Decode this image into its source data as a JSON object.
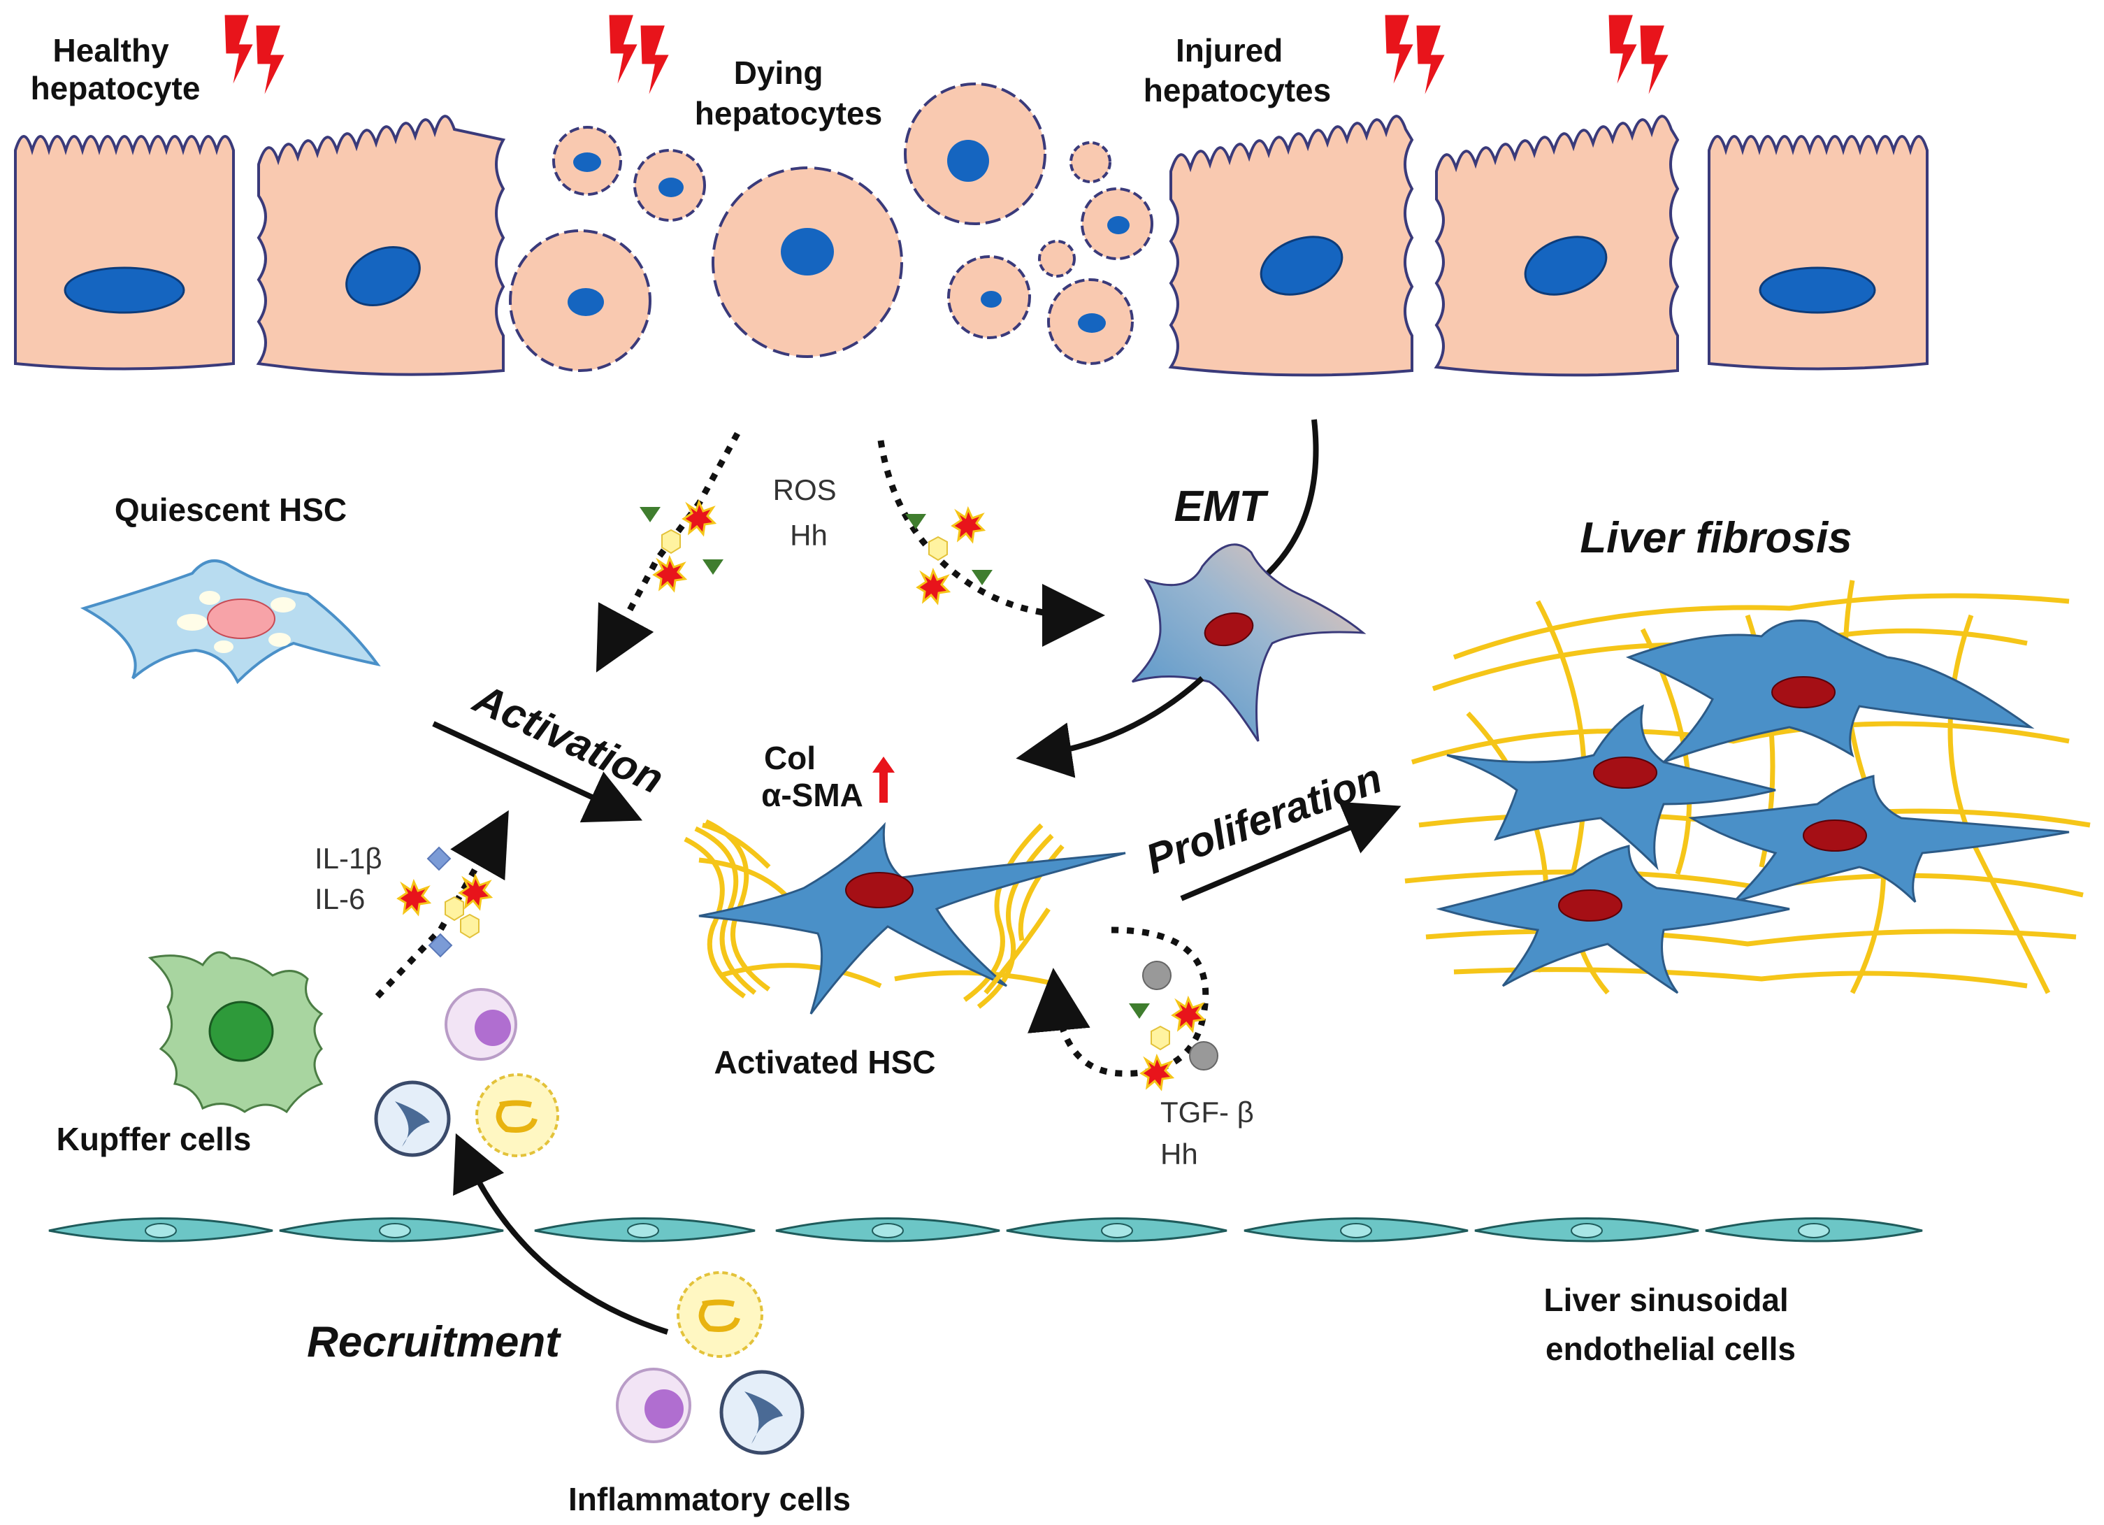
{
  "labels": {
    "healthy_hepatocyte": [
      "Healthy",
      "hepatocyte"
    ],
    "dying_hepatocytes": [
      "Dying",
      "hepatocytes"
    ],
    "injured_hepatocytes": [
      "Injured",
      "hepatocytes"
    ],
    "quiescent_hsc": "Quiescent HSC",
    "ros": "ROS",
    "hh": "Hh",
    "emt": "EMT",
    "liver_fibrosis": "Liver fibrosis",
    "activation": "Activation",
    "col": "Col",
    "alpha_sma": "α-SMA",
    "proliferation": "Proliferation",
    "il1b": "IL-1β",
    "il6": "IL-6",
    "activated_hsc": "Activated HSC",
    "kupffer_cells": "Kupffer cells",
    "tgf_beta": "TGF- β",
    "hh2": "Hh",
    "lsec": [
      "Liver sinusoidal",
      "endothelial cells"
    ],
    "recruitment": "Recruitment",
    "inflammatory_cells": "Inflammatory cells"
  },
  "colors": {
    "hepatocyte_fill": "#f9c9b0",
    "hepatocyte_stroke": "#3a3a7a",
    "nucleus_blue": "#1565c0",
    "hsc_blue": "#4a90c8",
    "hsc_nucleus": "#a50f15",
    "collagen": "#f5c518",
    "lightning": "#e8141b",
    "kupffer": "#a8d5a0",
    "endothelial": "#6cc6c6",
    "up_arrow": "#e8141b"
  },
  "icons": [
    "lightning-bolt-icon",
    "ros-star-icon",
    "hh-triangle-icon",
    "cytokine-diamond-icon",
    "tgf-circle-icon"
  ]
}
